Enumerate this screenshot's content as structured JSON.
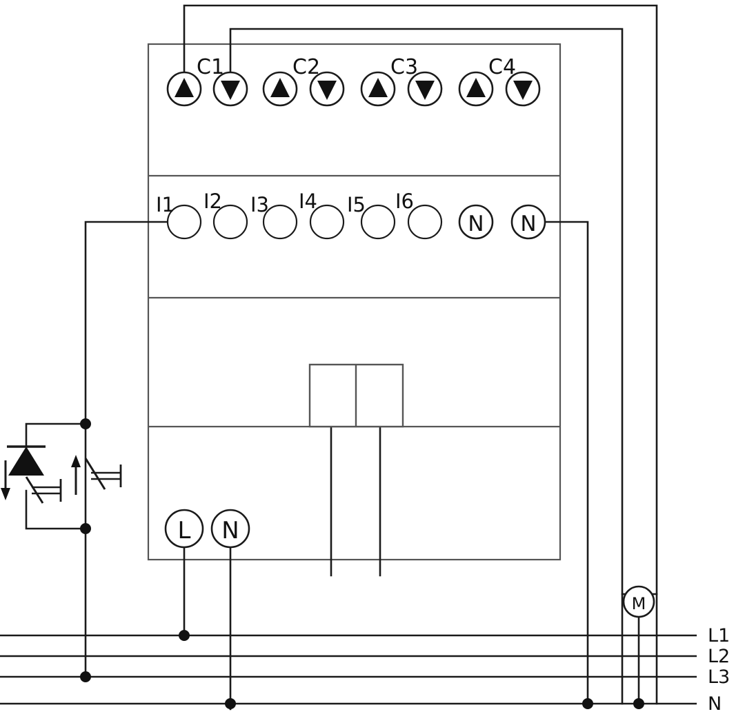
{
  "diagram": {
    "title": "Blind / shutter actuator wiring diagram",
    "colors": {
      "line": "#1a1a1a",
      "device_outline": "#555555",
      "background": "#ffffff",
      "fill_symbol": "#111111"
    },
    "device": {
      "name": "4-channel blind actuator",
      "channel_group_label_prefix": "C",
      "channels": [
        {
          "label": "C1",
          "up_icon": "triangle-up-icon",
          "down_icon": "triangle-down-icon"
        },
        {
          "label": "C2",
          "up_icon": "triangle-up-icon",
          "down_icon": "triangle-down-icon"
        },
        {
          "label": "C3",
          "up_icon": "triangle-up-icon",
          "down_icon": "triangle-down-icon"
        },
        {
          "label": "C4",
          "up_icon": "triangle-up-icon",
          "down_icon": "triangle-down-icon"
        }
      ],
      "input_terminals": [
        {
          "label": "I1"
        },
        {
          "label": "I2"
        },
        {
          "label": "I3"
        },
        {
          "label": "I4"
        },
        {
          "label": "I5"
        },
        {
          "label": "I6"
        }
      ],
      "neutral_terminals": [
        {
          "label": "N"
        },
        {
          "label": "N"
        }
      ],
      "supply_terminals": [
        {
          "label": "L"
        },
        {
          "label": "N"
        }
      ],
      "relay_block": {
        "name": "relay-output-block",
        "segments": 2
      }
    },
    "external": {
      "motor": {
        "label": "M",
        "name": "motor-symbol"
      },
      "pushbuttons": [
        {
          "name": "pushbutton-down",
          "arrow": "arrow-down-icon"
        },
        {
          "name": "pushbutton-up",
          "arrow": "arrow-up-icon"
        }
      ],
      "diode": {
        "name": "diode-symbol"
      }
    },
    "busbars": [
      {
        "label": "L1"
      },
      {
        "label": "L2"
      },
      {
        "label": "L3"
      },
      {
        "label": "N"
      }
    ]
  }
}
